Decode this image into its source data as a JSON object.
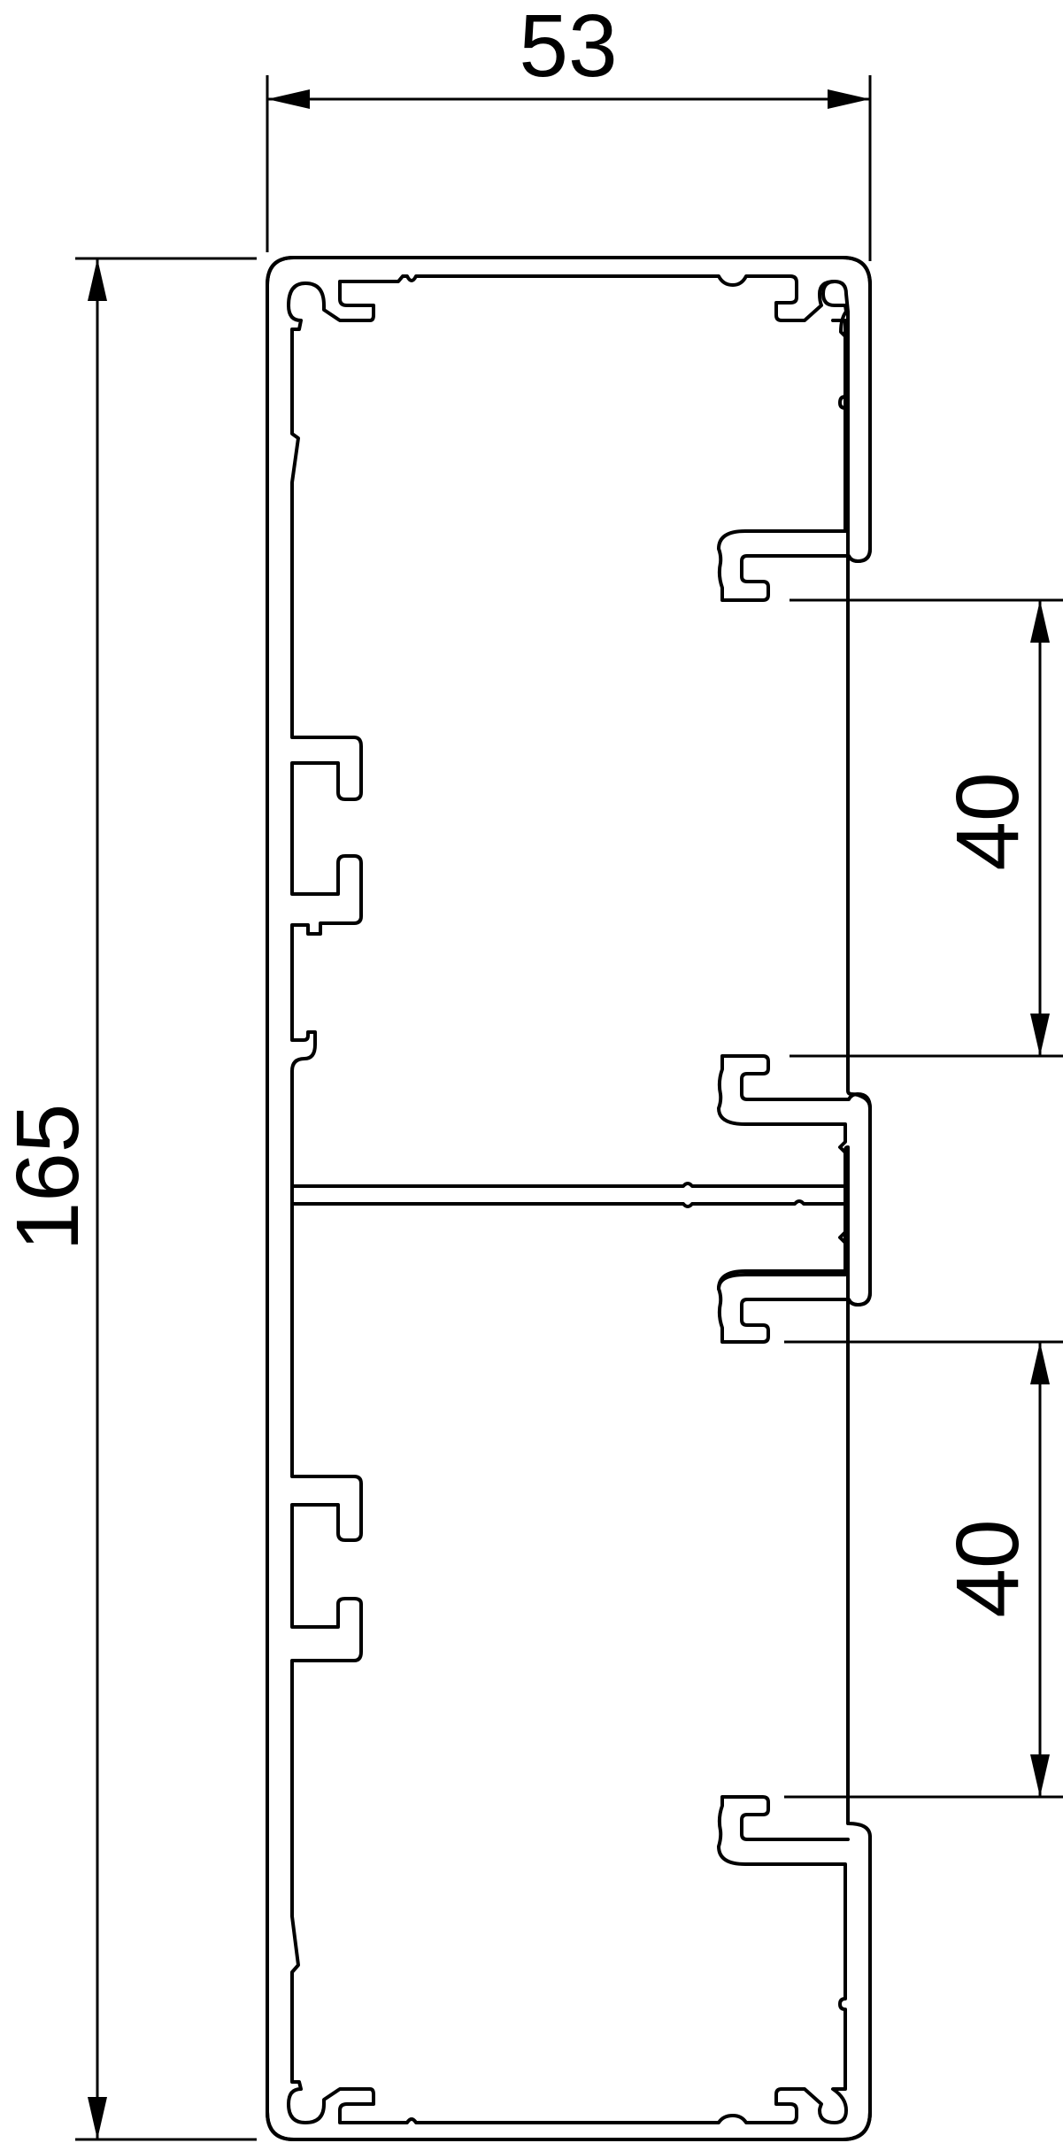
{
  "drawing": {
    "line_color": "#000000",
    "background_color": "#ffffff"
  },
  "dimensions": {
    "width_label": "53",
    "height_label": "165",
    "upper_gap_label": "40",
    "lower_gap_label": "40"
  }
}
